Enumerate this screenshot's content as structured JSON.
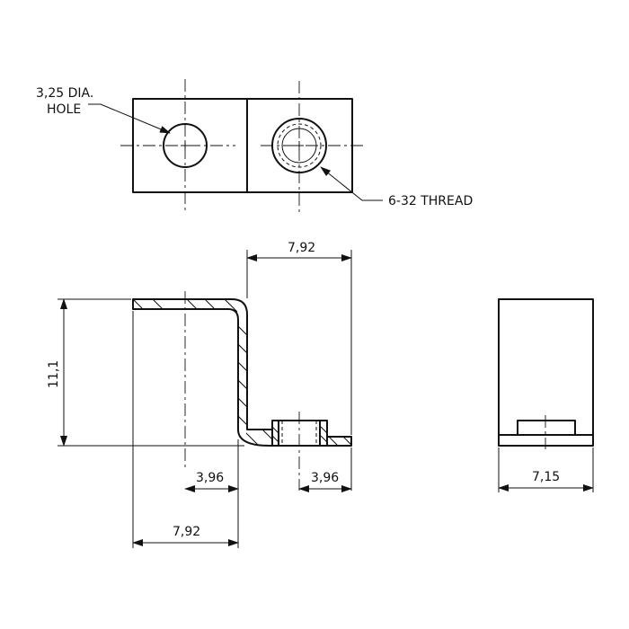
{
  "callouts": {
    "hole_line1": "3,25 DIA.",
    "hole_line2": "HOLE",
    "thread": "6-32 THREAD"
  },
  "dimensions": {
    "top_width": "7,92",
    "height": "11,1",
    "center_offset_left": "3,96",
    "center_offset_right": "3,96",
    "bottom_width": "7,92",
    "end_view_width": "7,15"
  }
}
